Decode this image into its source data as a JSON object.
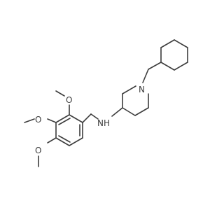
{
  "molecule": {
    "atoms": {
      "n_ring": "N",
      "nh": "NH",
      "o1": "O",
      "o2": "O",
      "o3": "O"
    }
  },
  "colors": {
    "bond": "#3c3c3c",
    "label": "#3c3c3c",
    "background": "#ffffff"
  }
}
